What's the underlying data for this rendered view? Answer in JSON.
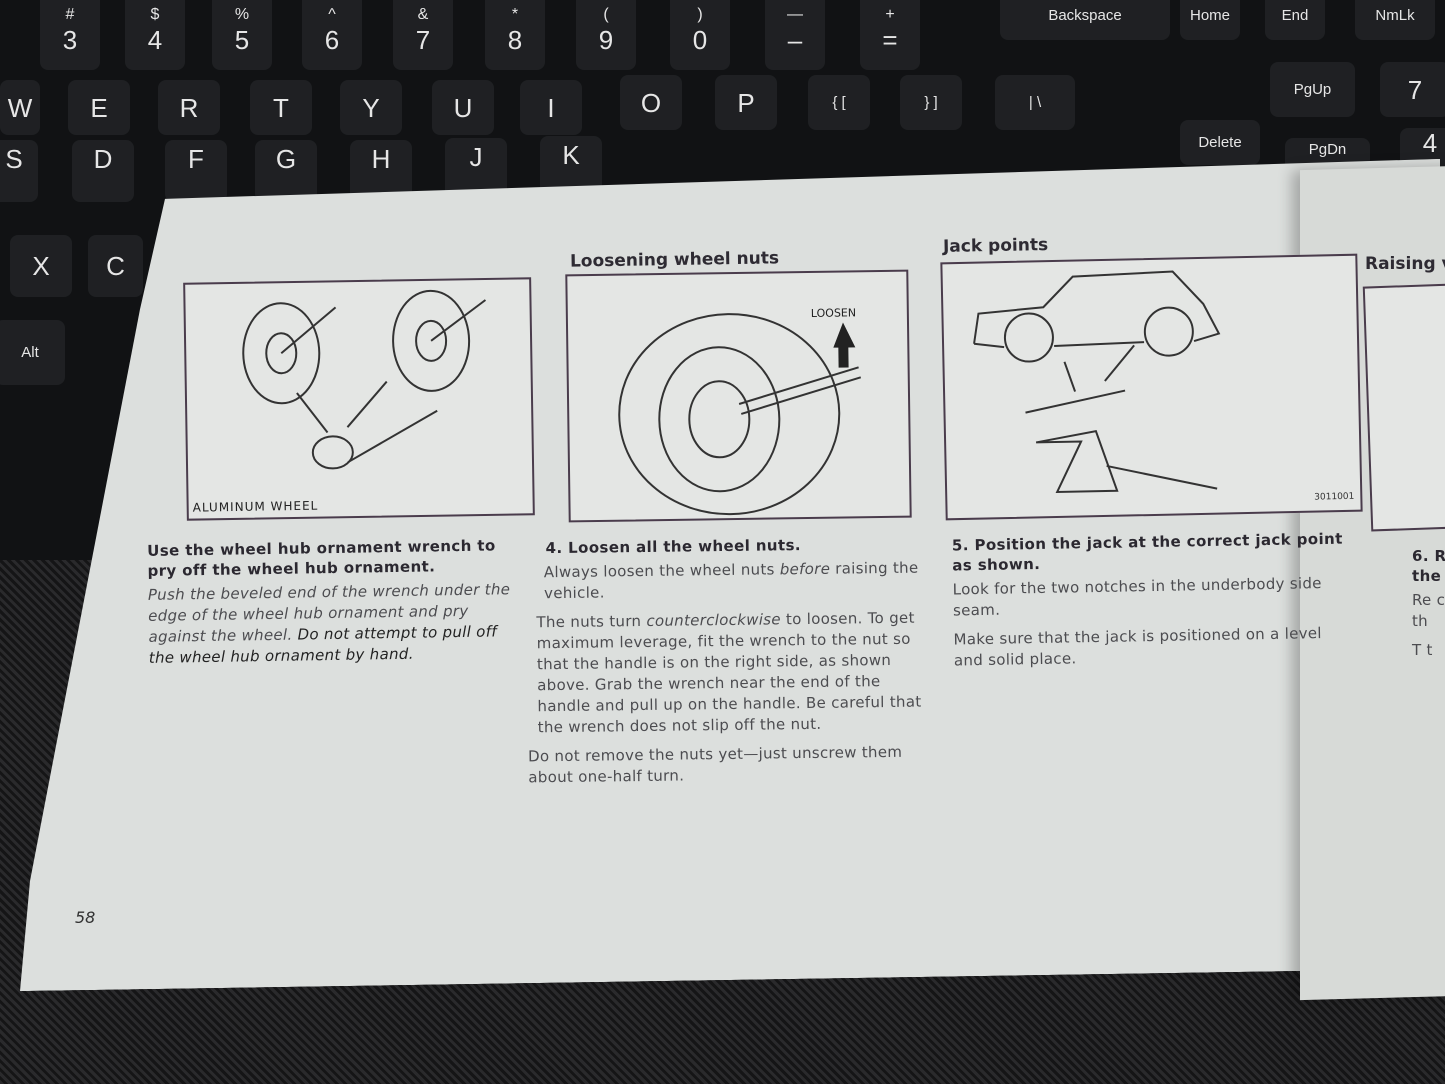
{
  "keyboard": {
    "row1": [
      {
        "top": "#",
        "bottom": "3"
      },
      {
        "top": "$",
        "bottom": "4"
      },
      {
        "top": "%",
        "bottom": "5"
      },
      {
        "top": "^",
        "bottom": "6"
      },
      {
        "top": "&",
        "bottom": "7"
      },
      {
        "top": "*",
        "bottom": "8"
      },
      {
        "top": "(",
        "bottom": "9"
      },
      {
        "top": ")",
        "bottom": "0"
      },
      {
        "top": "—",
        "bottom": "–"
      },
      {
        "top": "+",
        "bottom": "="
      }
    ],
    "row1_words": [
      "Backspace",
      "Home",
      "End",
      "NmLk"
    ],
    "row2": [
      "W",
      "E",
      "R",
      "T",
      "Y",
      "U",
      "I",
      "O",
      "P",
      "{ [",
      "} ]",
      "| \\"
    ],
    "row2_words": [
      "PgUp",
      "7",
      "Delete"
    ],
    "row3": [
      "S",
      "D",
      "F",
      "G",
      "H",
      "J",
      "K"
    ],
    "row3_words": [
      "PgDn",
      "4"
    ],
    "row4": [
      "X",
      "C"
    ],
    "alt": "Alt"
  },
  "page": {
    "number": "58",
    "sections": [
      {
        "title": "",
        "figure_label": "ALUMINUM WHEEL",
        "lead": "Use the wheel hub ornament wrench to pry off the wheel hub ornament.",
        "body_plain": "Push the beveled end of the wrench under the edge of the wheel hub ornament and pry against the wheel. ",
        "body_italic": "Do not attempt to pull off the wheel hub ornament by hand."
      },
      {
        "title": "Loosening wheel nuts",
        "figure_label": "LOOSEN",
        "lead": "4. Loosen all the wheel nuts.",
        "p1_a": "Always loosen the wheel nuts ",
        "p1_b": "before",
        "p1_c": " raising the vehicle.",
        "p2_a": "The nuts turn ",
        "p2_b": "counterclockwise",
        "p2_c": " to loosen. To get maximum leverage, fit the wrench to the nut so that the handle is on the right side, as shown above. Grab the wrench near the end of the handle and pull up on the handle. Be careful that the wrench does not slip off the nut.",
        "p3": "Do not remove the nuts yet—just unscrew them about one-half turn."
      },
      {
        "title": "Jack points",
        "figure_label": "3011001",
        "lead": "5. Position the jack at the correct jack point as shown.",
        "p1": "Look for the two notches in the underbody side seam.",
        "p2": "Make sure that the jack is positioned on a level and solid place."
      },
      {
        "title": "Raising v",
        "lead": "6. R the",
        "p1": "Re cl th",
        "p2": "T t"
      }
    ]
  }
}
